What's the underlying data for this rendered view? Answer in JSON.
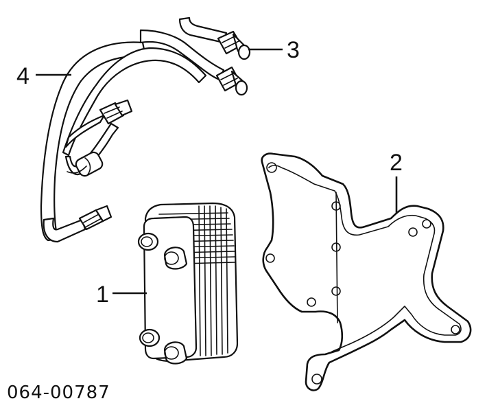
{
  "callouts": {
    "c1": "1",
    "c2": "2",
    "c3": "3",
    "c4": "4"
  },
  "diagram_code": "064-00787",
  "parts": [
    {
      "callout": "1",
      "icon": "oil-cooler-icon"
    },
    {
      "callout": "2",
      "icon": "gasket-icon"
    },
    {
      "callout": "3",
      "icon": "fitting-icon"
    },
    {
      "callout": "4",
      "icon": "cooler-lines-icon"
    }
  ]
}
